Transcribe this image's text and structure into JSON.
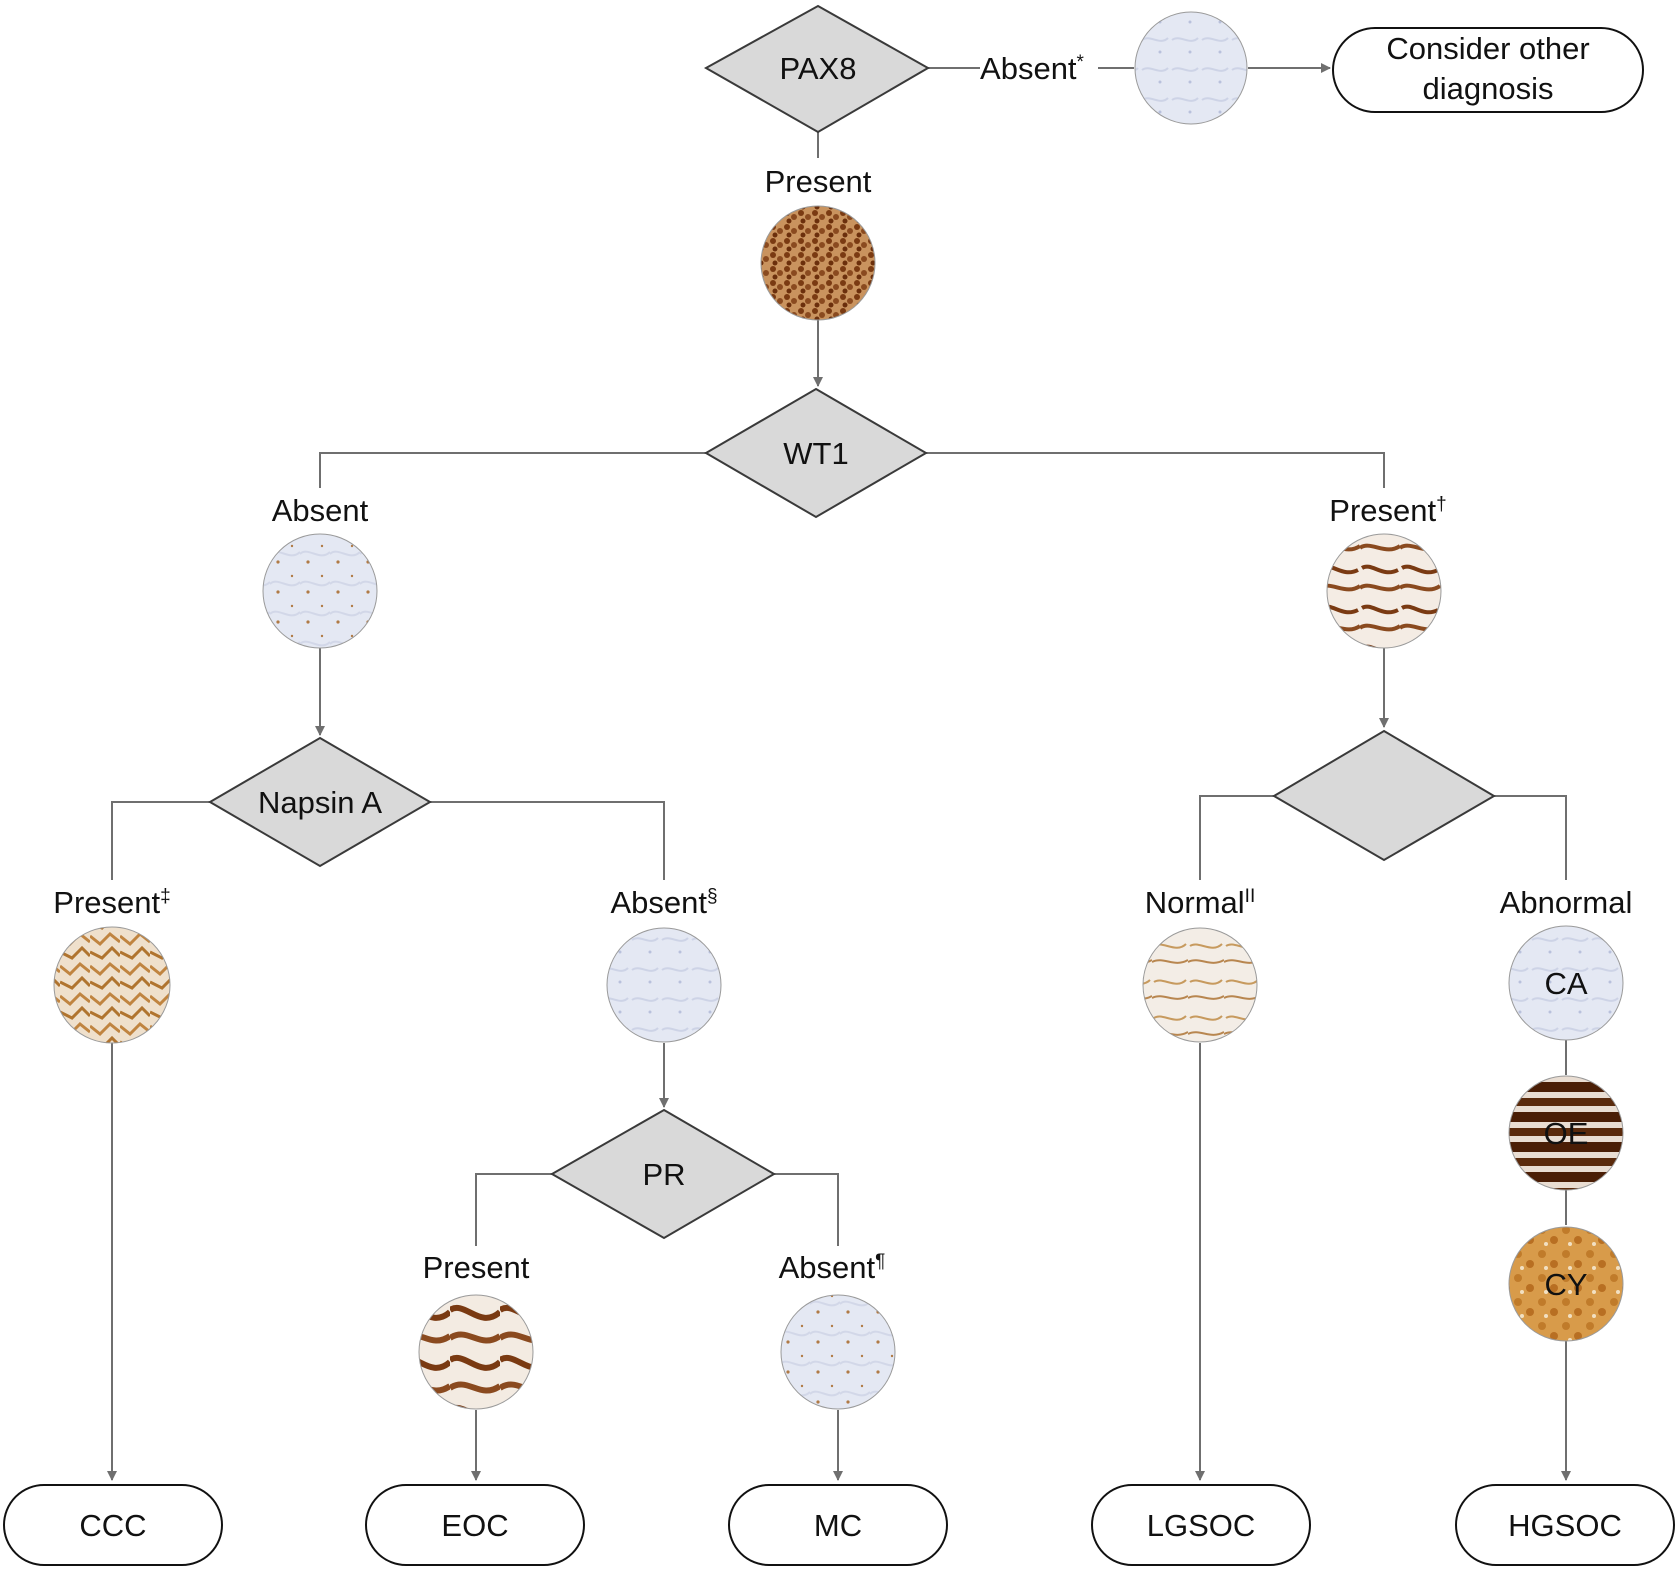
{
  "nodes": {
    "pax8": "PAX8",
    "wt1": "WT1",
    "napsin": "Napsin A",
    "pr": "PR",
    "p53": ""
  },
  "labels": {
    "pax8_absent": "Absent",
    "pax8_absent_mark": "*",
    "pax8_present": "Present",
    "wt1_absent": "Absent",
    "wt1_present": "Present",
    "wt1_present_mark": "†",
    "napsin_present": "Present",
    "napsin_present_mark": "‡",
    "napsin_absent": "Absent",
    "napsin_absent_mark": "§",
    "pr_present": "Present",
    "pr_absent": "Absent",
    "pr_absent_mark": "¶",
    "p53_normal": "Normal",
    "p53_normal_mark": "II",
    "p53_abnormal": "Abnormal"
  },
  "outcomes": {
    "other": [
      "Consider other",
      "diagnosis"
    ],
    "ccc": "CCC",
    "eoc": "EOC",
    "mc": "MC",
    "lgsoc": "LGSOC",
    "hgsoc": "HGSOC"
  },
  "abnormal_patterns": {
    "ca": "CA",
    "oe": "OE",
    "cy": "CY"
  },
  "colors": {
    "diamond_fill": "#d9d9d9",
    "line": "#6f6f6f",
    "stain_brown": "#8a4a1f",
    "stain_light": "#c79a5e",
    "negative_blue": "#dfe4f2"
  }
}
